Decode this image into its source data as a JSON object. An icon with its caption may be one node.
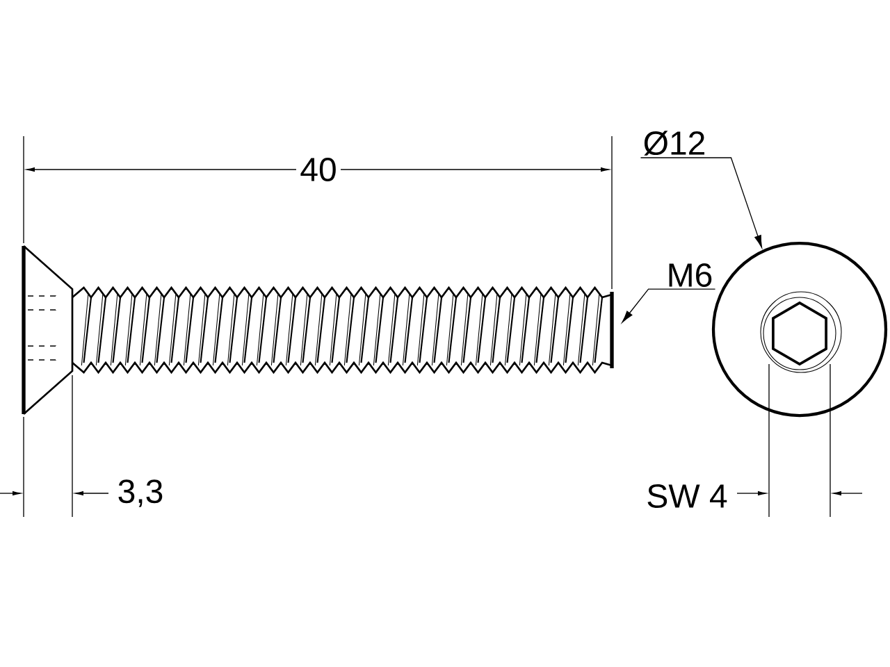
{
  "diagram": {
    "nodes": [
      {
        "text": [
          "Ø12"
        ]
      },
      {
        "text": [],
        "shape": "circle"
      },
      {
        "text": [
          "M6"
        ]
      },
      {
        "text": [],
        "shape": "picture"
      }
    ],
    "edges": [
      {
        "from": 0,
        "to": 1,
        "arrow": "to"
      },
      {
        "from": 2,
        "to": 3,
        "arrow": "to"
      }
    ],
    "labels": [
      "40",
      "3,3",
      "SW 4"
    ]
  }
}
